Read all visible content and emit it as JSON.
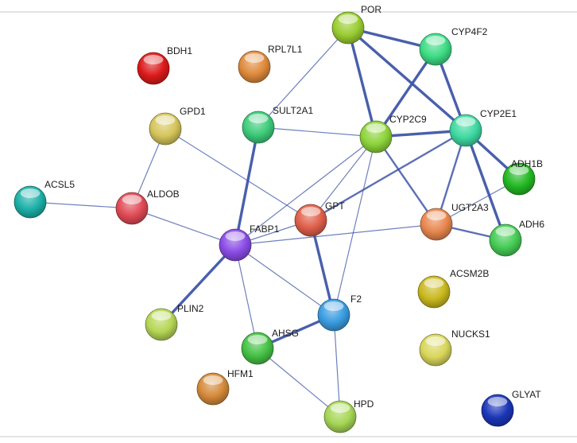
{
  "network": {
    "nodes": [
      {
        "id": "POR",
        "label": "POR",
        "color": "#9ACD32"
      },
      {
        "id": "CYP4F2",
        "label": "CYP4F2",
        "color": "#3DDC84"
      },
      {
        "id": "BDH1",
        "label": "BDH1",
        "color": "#DD1A1A"
      },
      {
        "id": "RPL7L1",
        "label": "RPL7L1",
        "color": "#E08A3C"
      },
      {
        "id": "GPD1",
        "label": "GPD1",
        "color": "#D6C55A"
      },
      {
        "id": "SULT2A1",
        "label": "SULT2A1",
        "color": "#3DCC7A"
      },
      {
        "id": "CYP2C9",
        "label": "CYP2C9",
        "color": "#8DD43A"
      },
      {
        "id": "CYP2E1",
        "label": "CYP2E1",
        "color": "#3DD9A0"
      },
      {
        "id": "ADH1B",
        "label": "ADH1B",
        "color": "#23B823"
      },
      {
        "id": "ACSL5",
        "label": "ACSL5",
        "color": "#1CB0A8"
      },
      {
        "id": "ALDOB",
        "label": "ALDOB",
        "color": "#E04A55"
      },
      {
        "id": "GPT",
        "label": "GPT",
        "color": "#E0604A"
      },
      {
        "id": "UGT2A3",
        "label": "UGT2A3",
        "color": "#E8874E"
      },
      {
        "id": "ADH6",
        "label": "ADH6",
        "color": "#45CC55"
      },
      {
        "id": "FABP1",
        "label": "FABP1",
        "color": "#8A4CE6"
      },
      {
        "id": "ACSM2B",
        "label": "ACSM2B",
        "color": "#C9B81E"
      },
      {
        "id": "PLIN2",
        "label": "PLIN2",
        "color": "#B5D655"
      },
      {
        "id": "F2",
        "label": "F2",
        "color": "#3A9CE0"
      },
      {
        "id": "NUCKS1",
        "label": "NUCKS1",
        "color": "#D9D65A"
      },
      {
        "id": "AHSG",
        "label": "AHSG",
        "color": "#45C245"
      },
      {
        "id": "HFM1",
        "label": "HFM1",
        "color": "#D58A3A"
      },
      {
        "id": "HPD",
        "label": "HPD",
        "color": "#A5D655"
      },
      {
        "id": "GLYAT",
        "label": "GLYAT",
        "color": "#1B36B8"
      }
    ],
    "edges": [
      {
        "source": "POR",
        "target": "CYP4F2",
        "weight": "strong"
      },
      {
        "source": "POR",
        "target": "CYP2E1",
        "weight": "strong"
      },
      {
        "source": "POR",
        "target": "CYP2C9",
        "weight": "strong"
      },
      {
        "source": "POR",
        "target": "SULT2A1",
        "weight": "weak"
      },
      {
        "source": "CYP4F2",
        "target": "CYP2C9",
        "weight": "strong"
      },
      {
        "source": "CYP4F2",
        "target": "CYP2E1",
        "weight": "strong"
      },
      {
        "source": "CYP2C9",
        "target": "CYP2E1",
        "weight": "strong"
      },
      {
        "source": "CYP2C9",
        "target": "SULT2A1",
        "weight": "weak"
      },
      {
        "source": "CYP2C9",
        "target": "UGT2A3",
        "weight": "medium"
      },
      {
        "source": "CYP2C9",
        "target": "GPT",
        "weight": "weak"
      },
      {
        "source": "CYP2C9",
        "target": "F2",
        "weight": "weak"
      },
      {
        "source": "CYP2C9",
        "target": "FABP1",
        "weight": "weak"
      },
      {
        "source": "CYP2E1",
        "target": "ADH1B",
        "weight": "strong"
      },
      {
        "source": "CYP2E1",
        "target": "ADH6",
        "weight": "strong"
      },
      {
        "source": "CYP2E1",
        "target": "UGT2A3",
        "weight": "medium"
      },
      {
        "source": "CYP2E1",
        "target": "GPT",
        "weight": "medium"
      },
      {
        "source": "ADH1B",
        "target": "UGT2A3",
        "weight": "weak"
      },
      {
        "source": "ADH6",
        "target": "UGT2A3",
        "weight": "medium"
      },
      {
        "source": "UGT2A3",
        "target": "FABP1",
        "weight": "weak"
      },
      {
        "source": "GPD1",
        "target": "ALDOB",
        "weight": "weak"
      },
      {
        "source": "GPD1",
        "target": "GPT",
        "weight": "weak"
      },
      {
        "source": "ACSL5",
        "target": "ALDOB",
        "weight": "weak"
      },
      {
        "source": "ALDOB",
        "target": "FABP1",
        "weight": "weak"
      },
      {
        "source": "SULT2A1",
        "target": "FABP1",
        "weight": "strong"
      },
      {
        "source": "FABP1",
        "target": "GPT",
        "weight": "weak"
      },
      {
        "source": "FABP1",
        "target": "PLIN2",
        "weight": "strong"
      },
      {
        "source": "FABP1",
        "target": "F2",
        "weight": "weak"
      },
      {
        "source": "FABP1",
        "target": "AHSG",
        "weight": "weak"
      },
      {
        "source": "GPT",
        "target": "F2",
        "weight": "strong"
      },
      {
        "source": "F2",
        "target": "AHSG",
        "weight": "strong"
      },
      {
        "source": "F2",
        "target": "HPD",
        "weight": "weak"
      },
      {
        "source": "AHSG",
        "target": "HPD",
        "weight": "weak"
      }
    ],
    "edge_color": "#3F56A8"
  }
}
